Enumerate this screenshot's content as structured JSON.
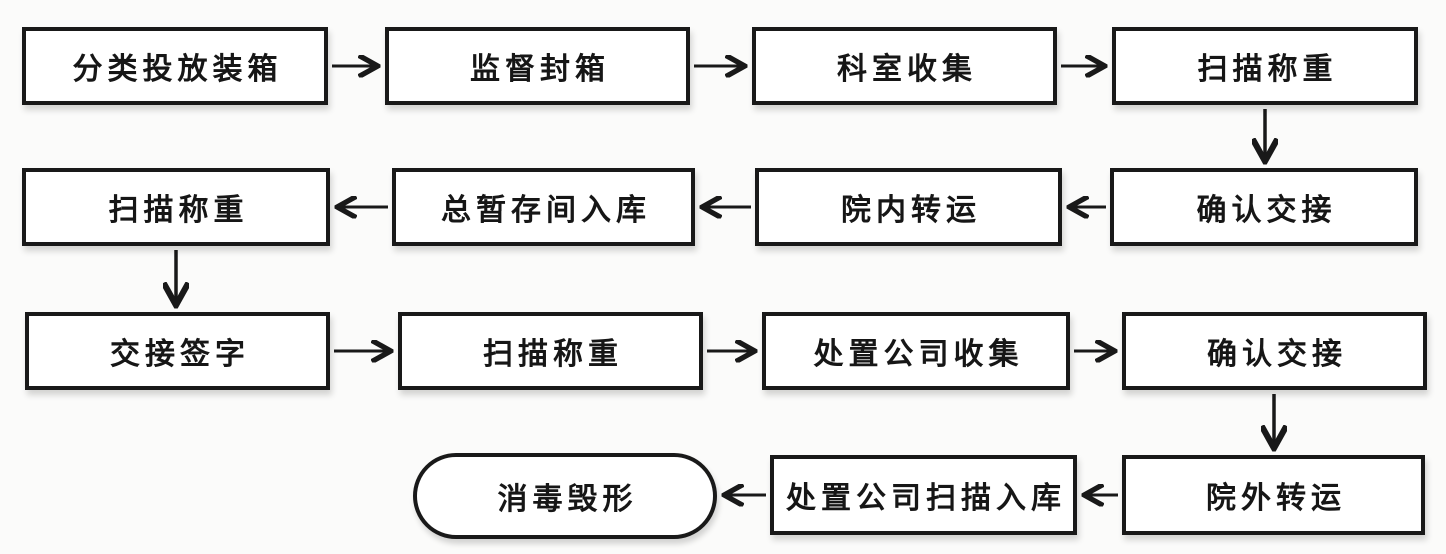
{
  "diagram": {
    "type": "flowchart",
    "topic": "medical waste disposal process",
    "colors": {
      "background": "#fbfbfa",
      "node_fill": "#ffffff",
      "node_border": "#191919",
      "text": "#161616",
      "arrow": "#191919"
    },
    "flow": {
      "steps": [
        {
          "id": "s1",
          "label": "分类投放装箱",
          "shape": "rect",
          "row": 1
        },
        {
          "id": "s2",
          "label": "监督封箱",
          "shape": "rect",
          "row": 1
        },
        {
          "id": "s3",
          "label": "科室收集",
          "shape": "rect",
          "row": 1
        },
        {
          "id": "s4",
          "label": "扫描称重",
          "shape": "rect",
          "row": 1
        },
        {
          "id": "s5",
          "label": "确认交接",
          "shape": "rect",
          "row": 2
        },
        {
          "id": "s6",
          "label": "院内转运",
          "shape": "rect",
          "row": 2
        },
        {
          "id": "s7",
          "label": "总暂存间入库",
          "shape": "rect",
          "row": 2
        },
        {
          "id": "s8",
          "label": "扫描称重",
          "shape": "rect",
          "row": 2
        },
        {
          "id": "s9",
          "label": "交接签字",
          "shape": "rect",
          "row": 3
        },
        {
          "id": "s10",
          "label": "扫描称重",
          "shape": "rect",
          "row": 3
        },
        {
          "id": "s11",
          "label": "处置公司收集",
          "shape": "rect",
          "row": 3
        },
        {
          "id": "s12",
          "label": "确认交接",
          "shape": "rect",
          "row": 3
        },
        {
          "id": "s13",
          "label": "院外转运",
          "shape": "rect",
          "row": 4
        },
        {
          "id": "s14",
          "label": "处置公司扫描入库",
          "shape": "rect",
          "row": 4
        },
        {
          "id": "s15",
          "label": "消毒毁形",
          "shape": "terminator",
          "row": 4
        }
      ],
      "edges": [
        [
          "s1",
          "s2"
        ],
        [
          "s2",
          "s3"
        ],
        [
          "s3",
          "s4"
        ],
        [
          "s4",
          "s5"
        ],
        [
          "s5",
          "s6"
        ],
        [
          "s6",
          "s7"
        ],
        [
          "s7",
          "s8"
        ],
        [
          "s8",
          "s9"
        ],
        [
          "s9",
          "s10"
        ],
        [
          "s10",
          "s11"
        ],
        [
          "s11",
          "s12"
        ],
        [
          "s12",
          "s13"
        ],
        [
          "s13",
          "s14"
        ],
        [
          "s14",
          "s15"
        ]
      ]
    }
  }
}
